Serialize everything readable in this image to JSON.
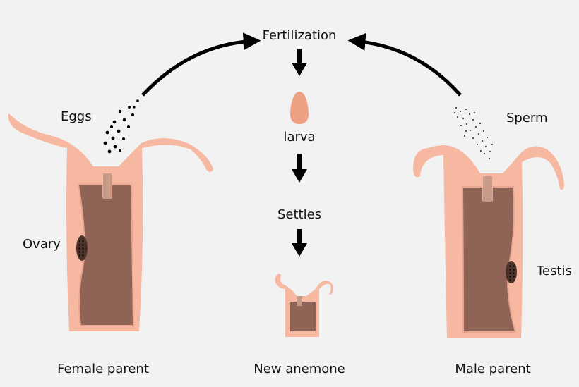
{
  "labels": {
    "fertilization": "Fertilization",
    "larva": "larva",
    "settles": "Settles",
    "eggs": "Eggs",
    "sperm": "Sperm",
    "ovary": "Ovary",
    "testis": "Testis",
    "female_parent": "Female parent",
    "new_anemone": "New anemone",
    "male_parent": "Male parent"
  },
  "colors": {
    "background": "#f2f2f2",
    "body_skin": "#f7b8a2",
    "body_cavity": "#8f6456",
    "cavity_rim": "#e8a691",
    "larva": "#eea085",
    "gonad": "#4d342b",
    "arrow": "#000000"
  },
  "icons": [
    "curved-arrow-left",
    "curved-arrow-right",
    "down-arrow"
  ]
}
